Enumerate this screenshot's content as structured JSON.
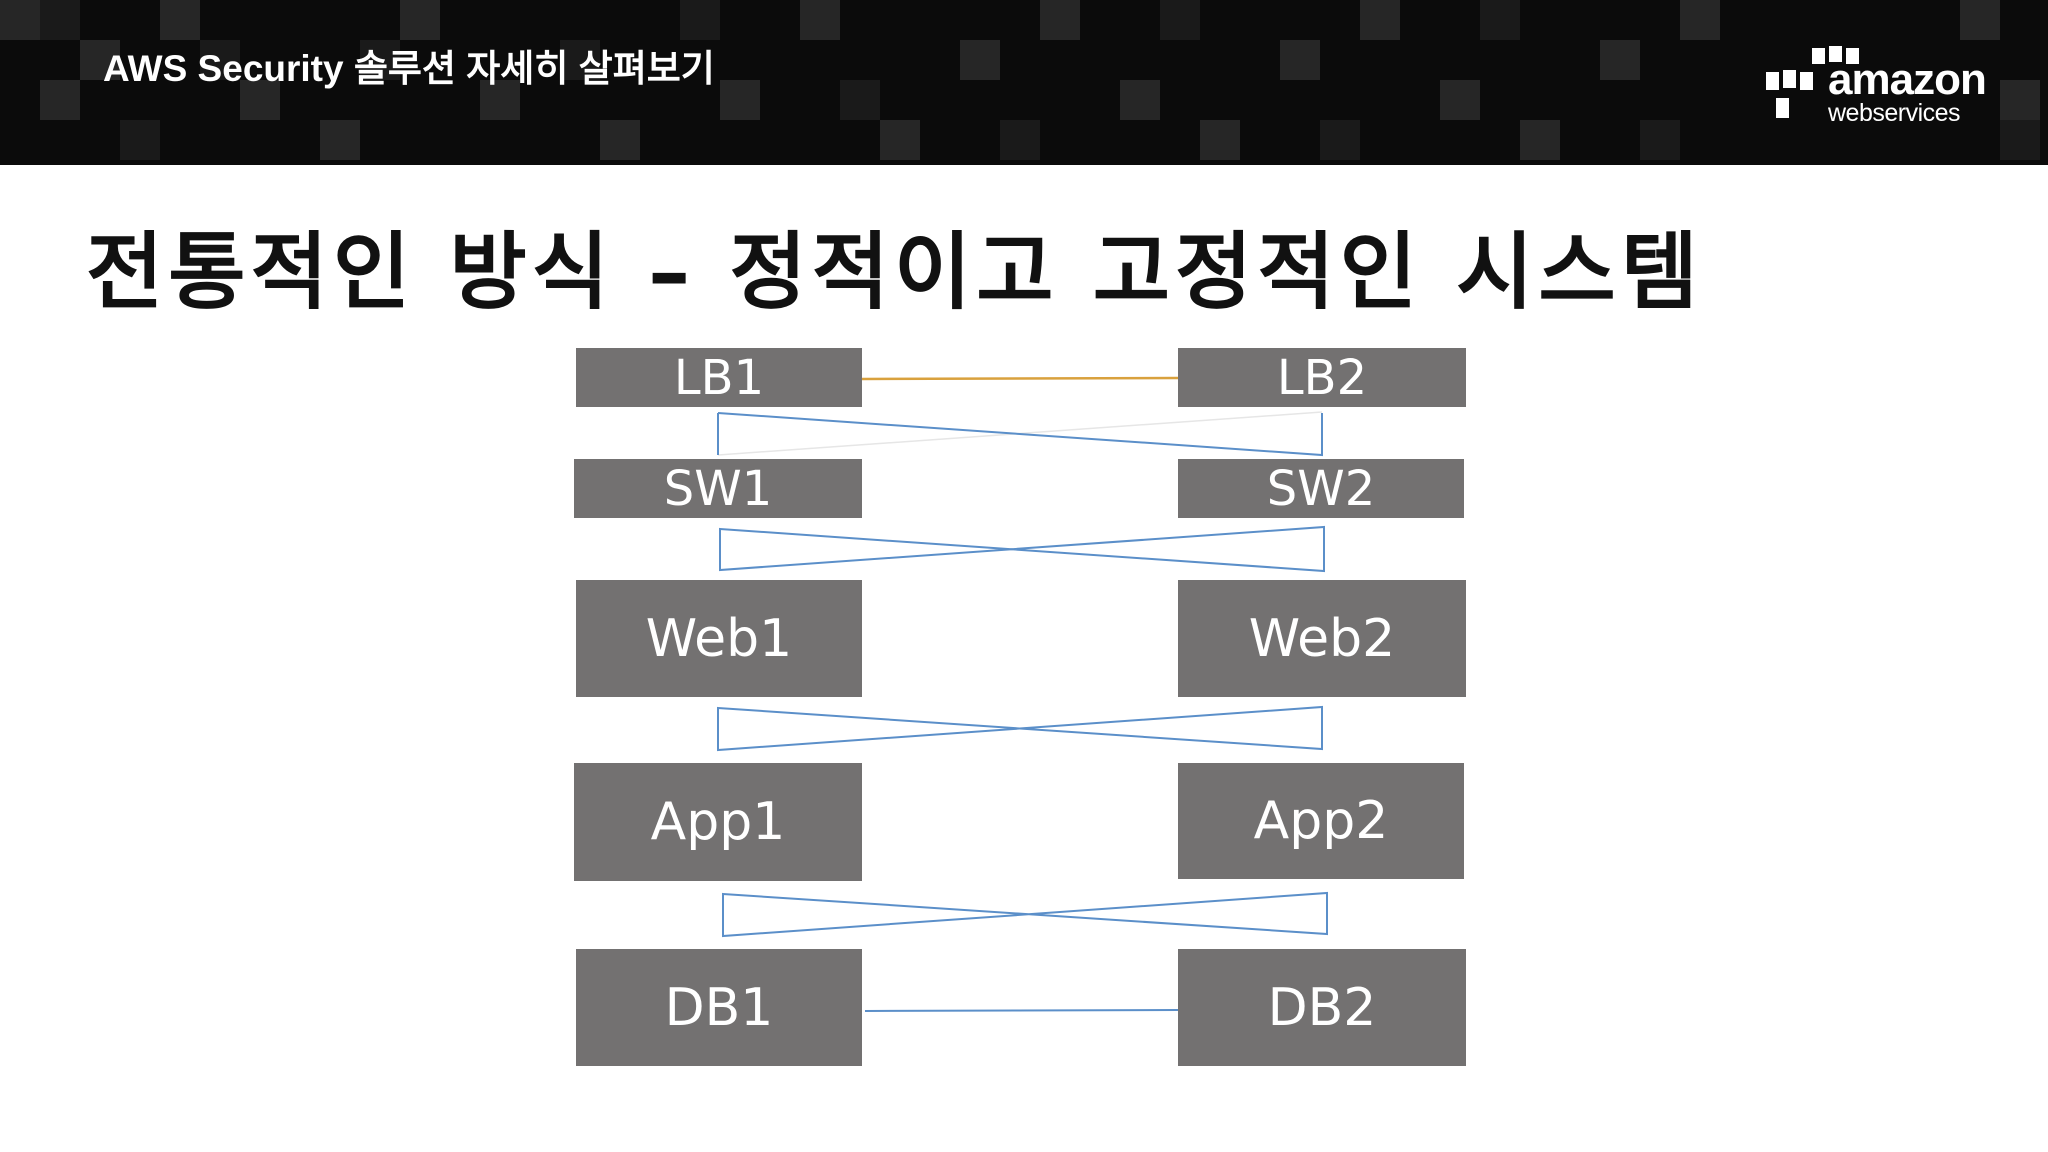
{
  "header": {
    "title": "AWS Security 솔루션 자세히 살펴보기",
    "logo": {
      "word": "amazon",
      "sub": "webservices"
    }
  },
  "slide": {
    "title": "전통적인 방식 – 정적이고 고정적인 시스템"
  },
  "diagram": {
    "nodes": {
      "lb1": "LB1",
      "lb2": "LB2",
      "sw1": "SW1",
      "sw2": "SW2",
      "web1": "Web1",
      "web2": "Web2",
      "app1": "App1",
      "app2": "App2",
      "db1": "DB1",
      "db2": "DB2"
    },
    "colors": {
      "node_fill": "#737171",
      "lb_link": "#d9a13d",
      "cross_link": "#5b8fc9",
      "faint_link": "#e6e6e6"
    }
  }
}
